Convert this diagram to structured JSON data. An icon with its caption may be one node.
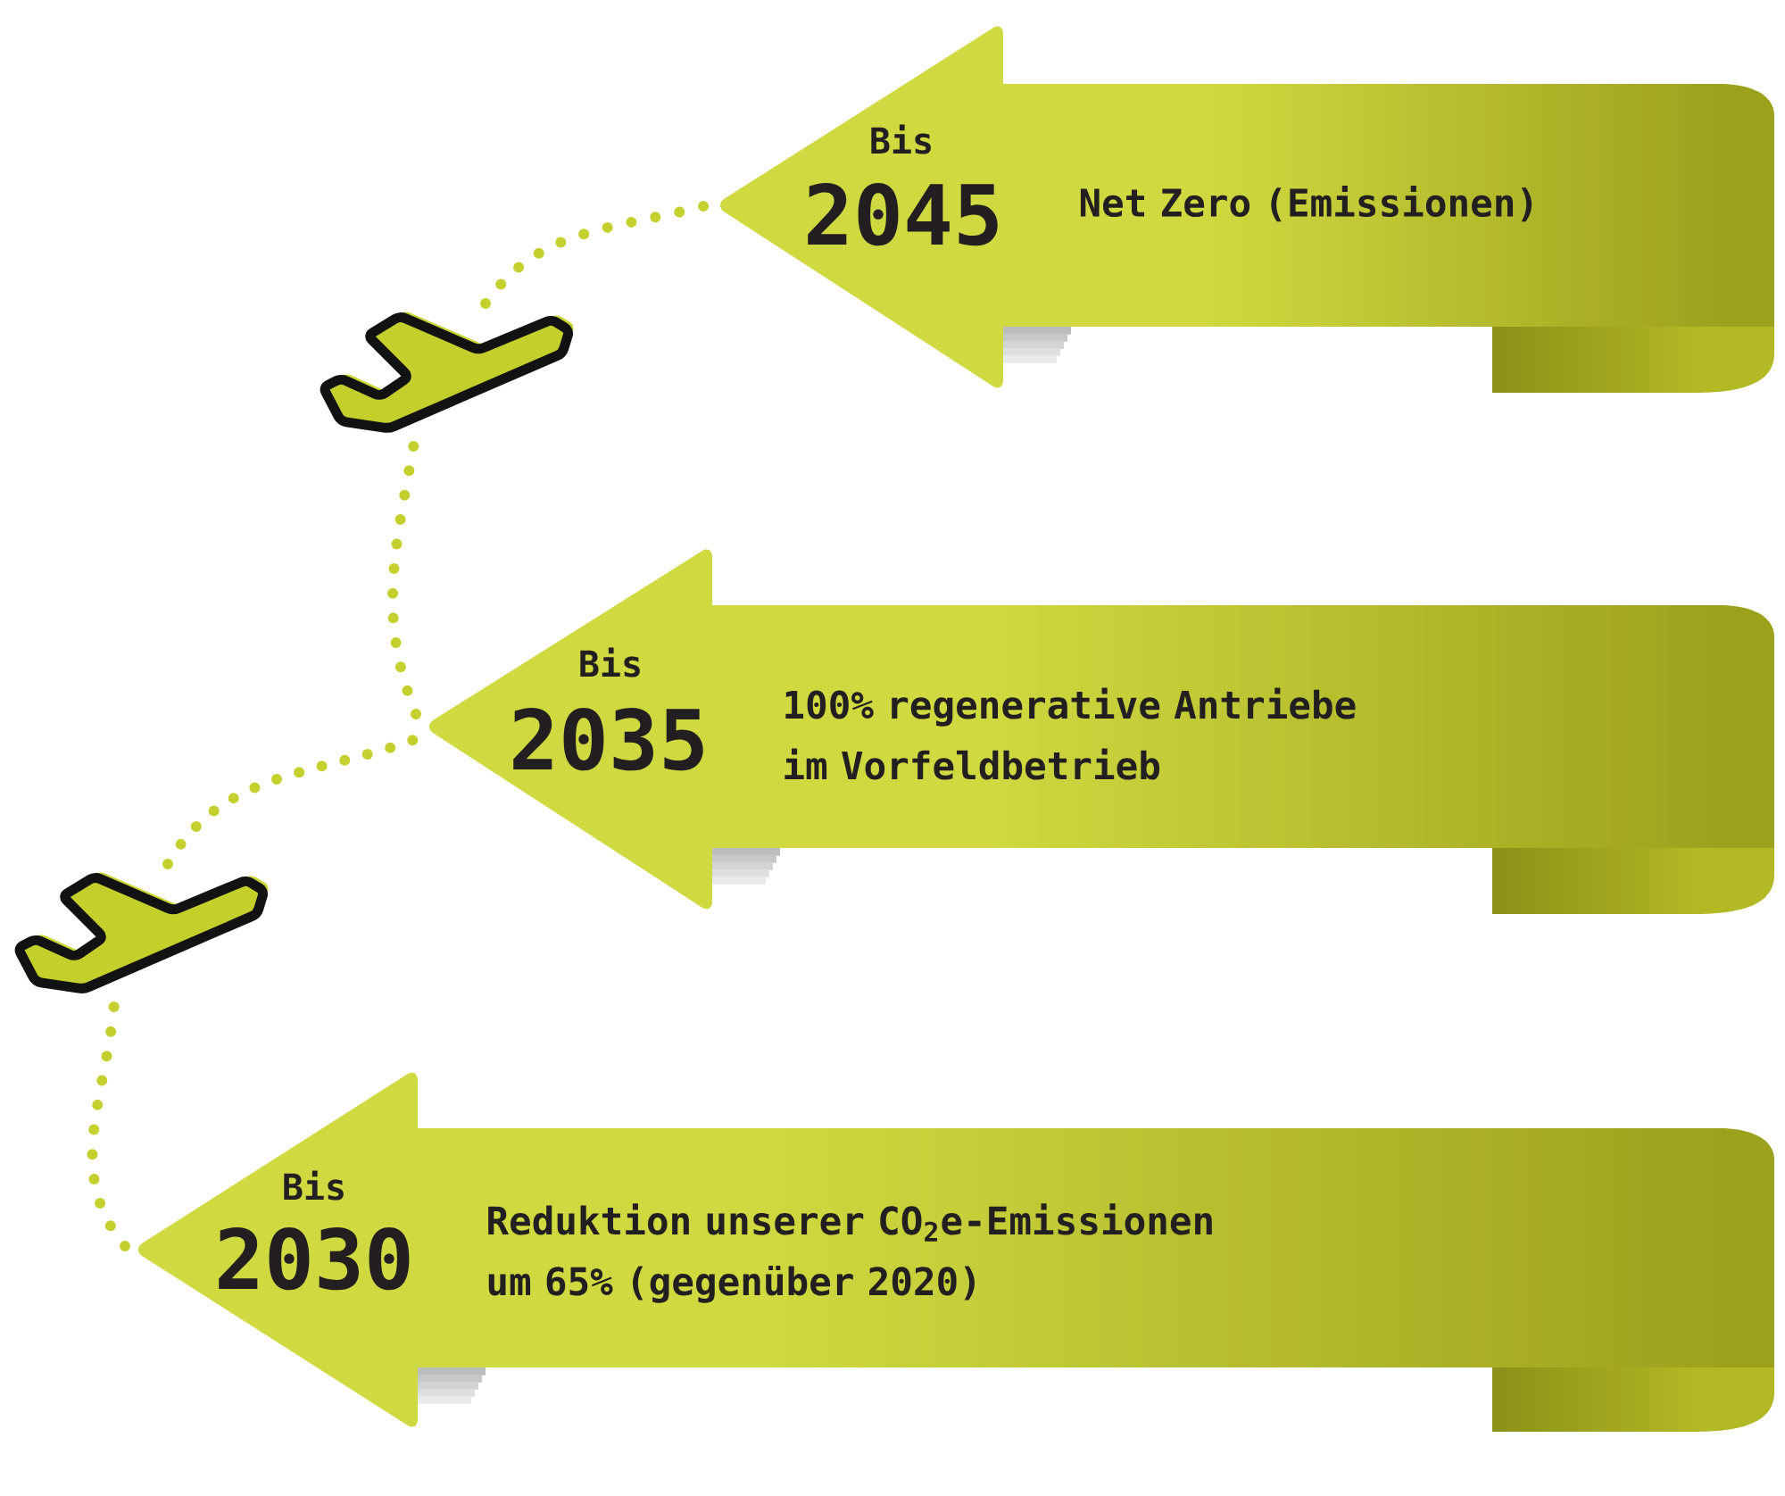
{
  "diagram": {
    "nodes": [
      {
        "text": [
          "Bis",
          "2045",
          "Net Zero (Emissionen)"
        ]
      },
      {
        "text": [],
        "shape": "airplane"
      },
      {
        "text": [
          "Bis",
          "2035",
          "100% regenerative Antriebe im Vorfeldbetrieb"
        ]
      },
      {
        "text": [],
        "shape": "airplane"
      },
      {
        "text": [
          "Bis",
          "2030",
          "Reduktion unserer CO$_{2}$e-Emissionen um 65% (gegenüber 2020)"
        ]
      }
    ],
    "edges": [
      {
        "from": 4,
        "to": 3,
        "arrow": "none",
        "style": "dashed"
      },
      {
        "from": 3,
        "to": 2,
        "arrow": "none",
        "style": "dashed"
      },
      {
        "from": 2,
        "to": 1,
        "arrow": "none",
        "style": "dashed"
      },
      {
        "from": 1,
        "to": 0,
        "arrow": "none",
        "style": "dashed"
      }
    ]
  }
}
